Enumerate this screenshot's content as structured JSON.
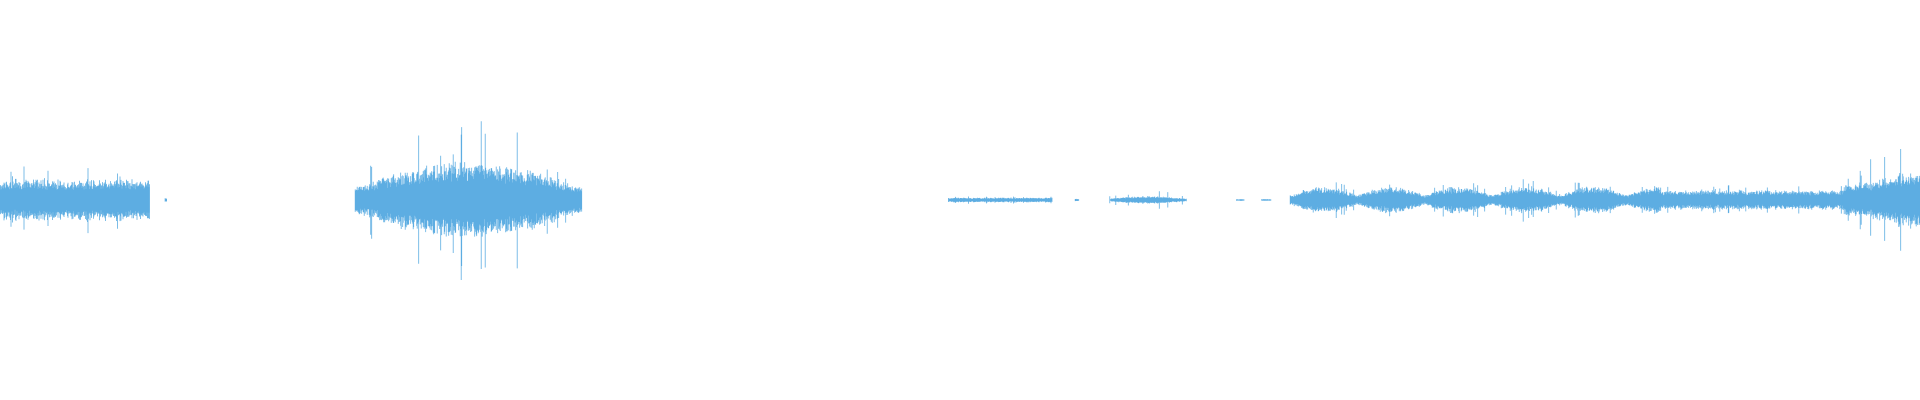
{
  "waveform": {
    "color": "#5dade2",
    "background": "#ffffff",
    "segments": [
      {
        "start": 0.0,
        "end": 0.078,
        "level": 0.11,
        "spike": 0.17,
        "shape": "flat"
      },
      {
        "start": 0.086,
        "end": 0.087,
        "level": 0.01,
        "spike": 0.01,
        "shape": "flat"
      },
      {
        "start": 0.185,
        "end": 0.303,
        "level": 0.2,
        "spike": 0.43,
        "shape": "bell"
      },
      {
        "start": 0.494,
        "end": 0.548,
        "level": 0.012,
        "spike": 0.02,
        "shape": "flat"
      },
      {
        "start": 0.56,
        "end": 0.562,
        "level": 0.006,
        "spike": 0.006,
        "shape": "flat"
      },
      {
        "start": 0.578,
        "end": 0.618,
        "level": 0.02,
        "spike": 0.06,
        "shape": "bell"
      },
      {
        "start": 0.644,
        "end": 0.648,
        "level": 0.005,
        "spike": 0.005,
        "shape": "flat"
      },
      {
        "start": 0.657,
        "end": 0.662,
        "level": 0.005,
        "spike": 0.005,
        "shape": "flat"
      },
      {
        "start": 0.672,
        "end": 0.865,
        "level": 0.07,
        "spike": 0.12,
        "shape": "hills"
      },
      {
        "start": 0.865,
        "end": 0.96,
        "level": 0.05,
        "spike": 0.09,
        "shape": "flat"
      },
      {
        "start": 0.96,
        "end": 1.0,
        "level": 0.16,
        "spike": 0.35,
        "shape": "rise"
      }
    ]
  }
}
